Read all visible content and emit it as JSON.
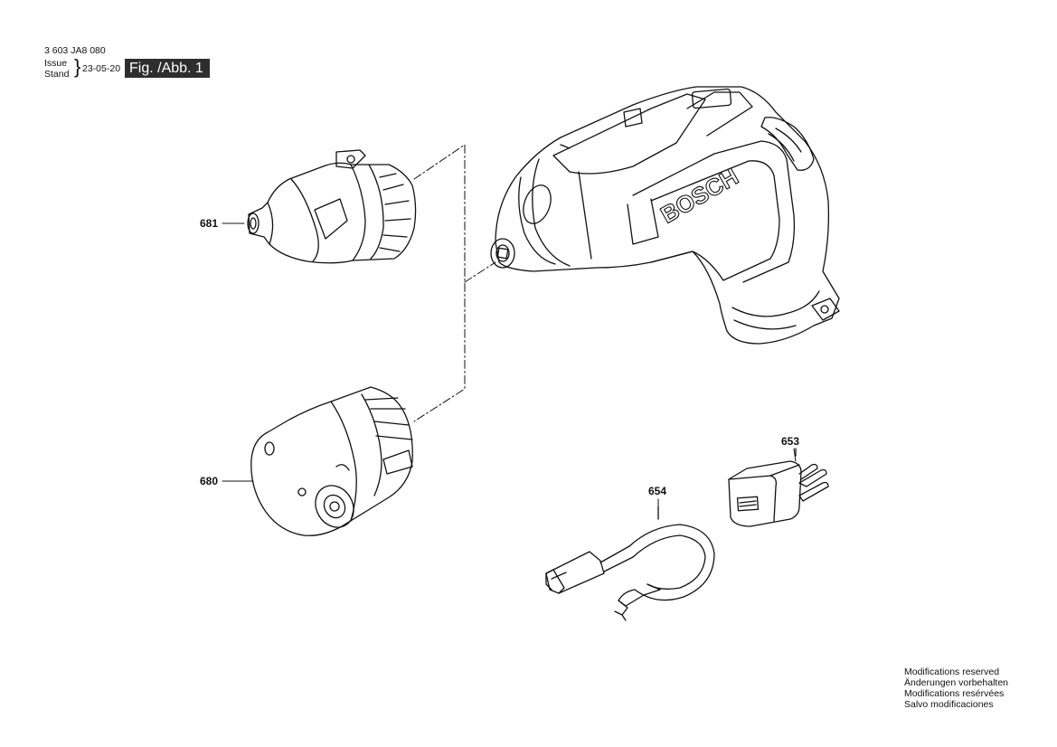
{
  "header": {
    "part_number": "3 603 JA8 080",
    "issue_label": "Issue",
    "stand_label": "Stand",
    "date": "23-05-20",
    "figure_label": "Fig. /Abb. 1"
  },
  "tool": {
    "brand": "BOSCH"
  },
  "callouts": {
    "c681": "681",
    "c680": "680",
    "c654": "654",
    "c653": "653"
  },
  "footer": {
    "lines": [
      "Modifications reserved",
      "Änderungen vorbehalten",
      "Modifications resérvées",
      "Salvo modificaciones"
    ]
  }
}
